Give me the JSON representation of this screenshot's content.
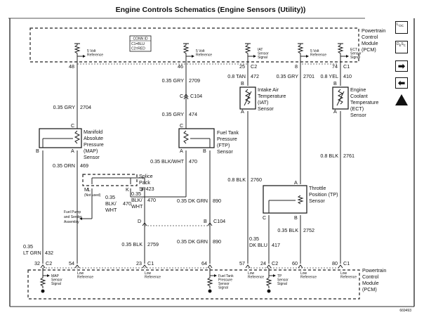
{
  "title": "Engine Controls Schematics (Engine Sensors (Utility))",
  "figure_id": "669493",
  "conn_id": {
    "header": "CONN ID",
    "c1": "C1=BLU",
    "c2": "C2=RED"
  },
  "pcm_label": [
    "Powertrain",
    "Control",
    "Module",
    "(PCM)"
  ],
  "nav_icons": [
    {
      "name": "loc-icon",
      "label": "LOC"
    },
    {
      "name": "desc-icon",
      "label": "DESC"
    },
    {
      "name": "arrow-right-icon",
      "label": "→"
    },
    {
      "name": "arrow-left-icon",
      "label": "←"
    },
    {
      "name": "triangle-up-icon",
      "label": "▲"
    }
  ],
  "top_pcm": {
    "refs": [
      {
        "pin": "48",
        "line1": "5 Volt",
        "line2": "Reference",
        "line3": ""
      },
      {
        "pin": "46",
        "line1": "5 Volt",
        "line2": "Reference",
        "line3": ""
      },
      {
        "pin": "25",
        "conn": "C2",
        "line1": "IAT",
        "line2": "Sensor",
        "line3": "Signal"
      },
      {
        "pin": "8",
        "line1": "5 Volt",
        "line2": "Reference",
        "line3": ""
      },
      {
        "pin": "74",
        "conn": "C1",
        "line1": "ECT",
        "line2": "Sensor",
        "line3": "Signal"
      }
    ]
  },
  "bottom_pcm": {
    "pins": [
      {
        "pin": "32",
        "conn": "C2",
        "line1": "MAP",
        "line2": "Sensor",
        "line3": "Signal"
      },
      {
        "pin": "54",
        "line1": "Low",
        "line2": "Reference"
      },
      {
        "pin": "23",
        "conn": "C1",
        "line1": "Low",
        "line2": "Reference"
      },
      {
        "pin": "64",
        "line1": "Fuel Tank",
        "line2": "Pressure",
        "line3": "Sensor",
        "line4": "Signal"
      },
      {
        "pin": "57",
        "line1": "Low",
        "line2": "Reference"
      },
      {
        "pin": "24",
        "conn": "C2",
        "line1": "TP",
        "line2": "Sensor",
        "line3": "Signal"
      },
      {
        "pin": "60",
        "line1": "Low",
        "line2": "Reference"
      },
      {
        "pin": "80",
        "conn": "C1",
        "line1": "Low",
        "line2": "Reference"
      }
    ]
  },
  "wires": {
    "w2704": {
      "size_color": "0.35 GRY",
      "circuit": "2704"
    },
    "w2709": {
      "size_color": "0.35 GRY",
      "circuit": "2709"
    },
    "w474": {
      "size_color": "0.35 GRY",
      "circuit": "474"
    },
    "w472": {
      "size_color": "0.8 TAN",
      "circuit": "472"
    },
    "w2701": {
      "size_color": "0.35 GRY",
      "circuit": "2701"
    },
    "w410": {
      "size_color": "0.8 YEL",
      "circuit": "410"
    },
    "w469": {
      "size_color": "0.35 ORN",
      "circuit": "469"
    },
    "w470a": {
      "size_color": "0.35 BLK/WHT",
      "circuit": "470"
    },
    "w470l": {
      "l1": "0.35",
      "l2": "BLK/",
      "l3": "WHT",
      "circuit": "470"
    },
    "w470j": {
      "l1": "0.35",
      "l2": "BLK/",
      "l3": "WHT",
      "circuit": "470"
    },
    "w890a": {
      "size_color": "0.35 DK GRN",
      "circuit": "890"
    },
    "w890b": {
      "size_color": "0.35 DK GRN",
      "circuit": "890"
    },
    "w2759": {
      "size_color": "0.35 BLK",
      "circuit": "2759"
    },
    "w2760": {
      "size_color": "0.8 BLK",
      "circuit": "2760"
    },
    "w2761": {
      "size_color": "0.8 BLK",
      "circuit": "2761"
    },
    "w2752": {
      "size_color": "0.35 BLK",
      "circuit": "2752"
    },
    "w417": {
      "l1": "0.35",
      "l2": "DK BLU",
      "circuit": "417"
    },
    "w432": {
      "l1": "0.35",
      "l2": "LT GRN",
      "circuit": "432"
    }
  },
  "connectors": {
    "c104_top": {
      "pin": "C",
      "name": "C104"
    },
    "c104_d": {
      "pin": "D"
    },
    "c104_b": {
      "pin": "B",
      "name": "C104"
    }
  },
  "sensors": {
    "map": {
      "lines": [
        "Manifold",
        "Absolute",
        "Pressure",
        "(MAP)",
        "Sensor"
      ],
      "pins": [
        "C",
        "B",
        "A"
      ]
    },
    "ftp": {
      "lines": [
        "Fuel Tank",
        "Pressure",
        "(FTP)",
        "Sensor"
      ],
      "pins": [
        "C",
        "A",
        "B"
      ]
    },
    "iat": {
      "lines": [
        "Intake Air",
        "Temperature",
        "(IAT)",
        "Sensor"
      ],
      "pins": [
        "B",
        "A"
      ]
    },
    "ect": {
      "lines": [
        "Engine",
        "Coolant",
        "Temperature",
        "(ECT)",
        "Sensor"
      ],
      "pins": [
        "B",
        "A"
      ]
    },
    "tp": {
      "lines": [
        "Throttle",
        "Position (TP)",
        "Sensor"
      ],
      "pins": [
        "A",
        "C",
        "B"
      ]
    }
  },
  "splice": {
    "lines": [
      "Splice",
      "Pack",
      "SP423"
    ],
    "pins": [
      "M",
      "L",
      "J",
      "K"
    ],
    "not_used": "(Not used)"
  },
  "fuel_pump": [
    "Fuel Pump",
    "and Sender",
    "Assembly"
  ]
}
